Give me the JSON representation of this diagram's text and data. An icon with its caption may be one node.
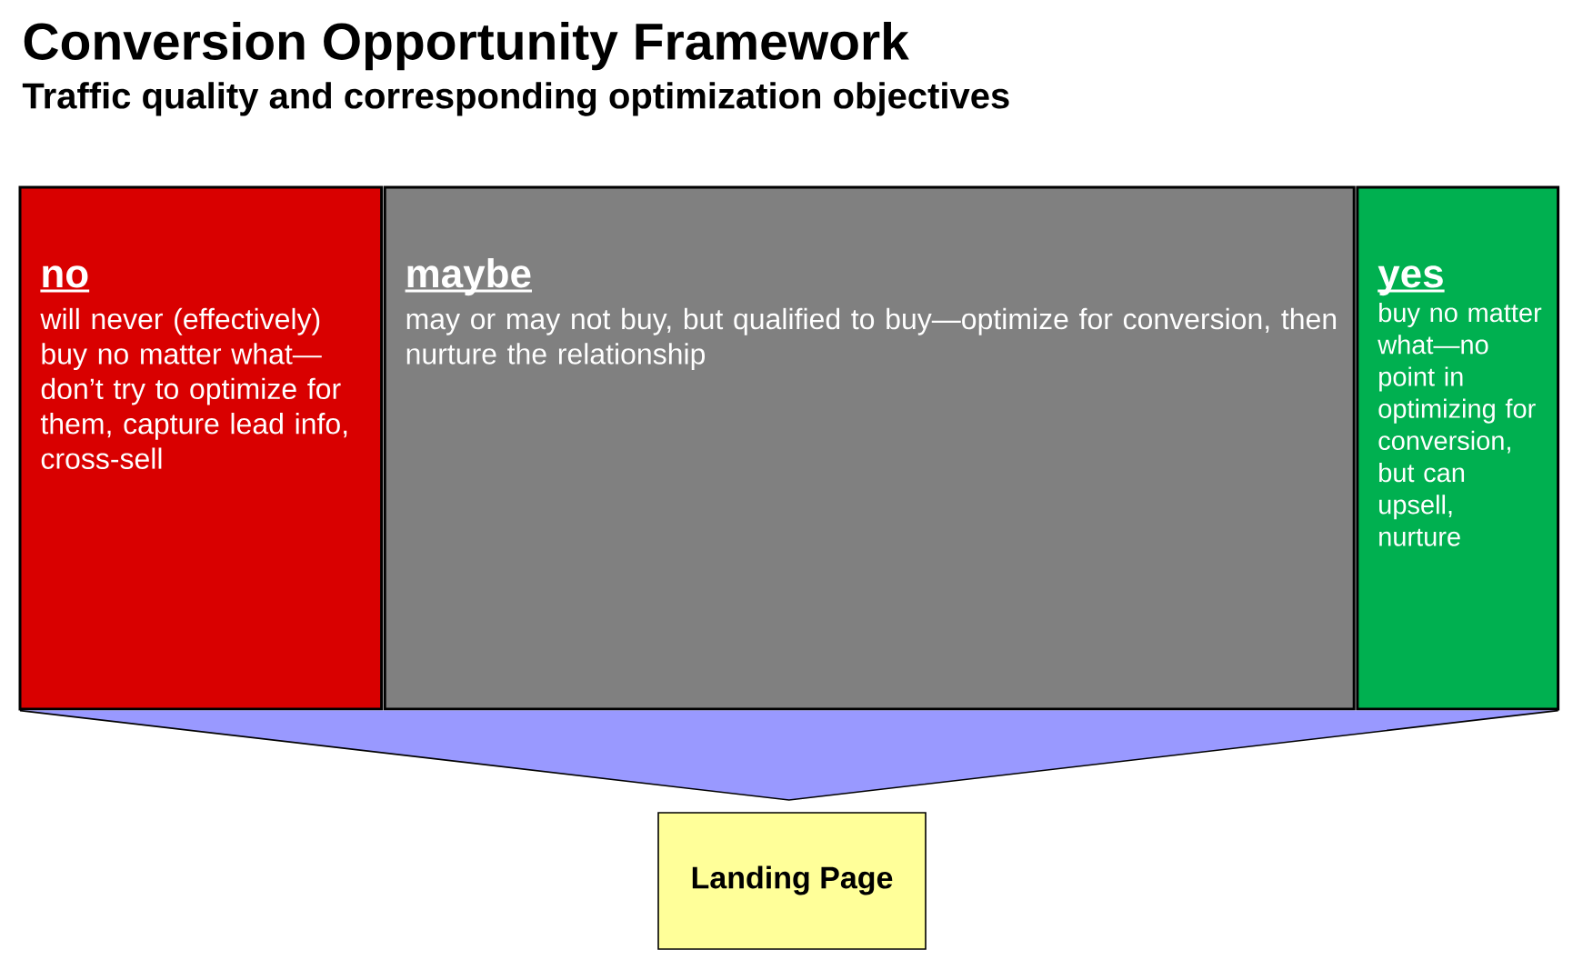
{
  "diagram": {
    "title": "Conversion Opportunity Framework",
    "nodes": [
      {
        "text": [
          "no",
          "will never (effectively) buy no matter what—don’t try to optimize for them, capture lead info, cross-sell"
        ]
      },
      {
        "text": [
          "maybe",
          "may or may not buy, but qualified to buy—optimize for conversion, then nurture the relationship"
        ]
      },
      {
        "text": [
          "yes",
          "buy no matter what—no point in optimizing for conversion, but can upsell, nurture"
        ]
      },
      {
        "text": [],
        "shape": "triangle"
      },
      {
        "text": [
          "Landing Page"
        ]
      }
    ],
    "labels": [
      "Traffic quality and corresponding optimization objectives"
    ]
  }
}
